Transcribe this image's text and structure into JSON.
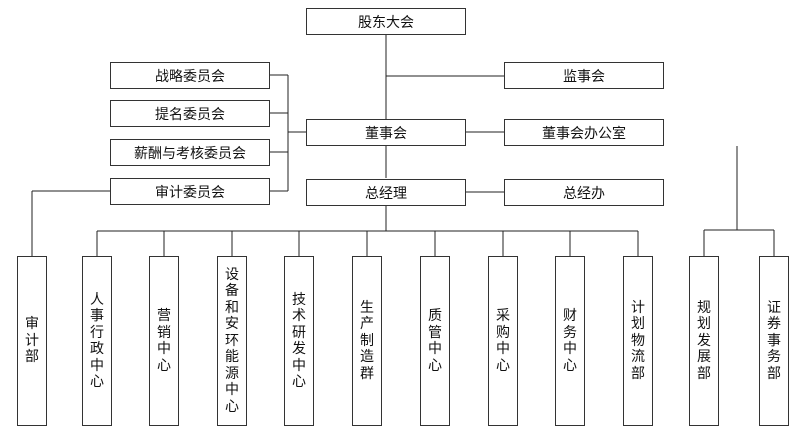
{
  "shareholders": "股东大会",
  "supervisors": "监事会",
  "board": "董事会",
  "board_office": "董事会办公室",
  "general_manager": "总经理",
  "gm_office": "总经办",
  "committees": [
    "战略委员会",
    "提名委员会",
    "薪酬与考核委员会",
    "审计委员会"
  ],
  "audit_dept": "审计部",
  "centers": [
    "人事行政中心",
    "营销中心",
    "设备和安环能源中心",
    "技术研发中心",
    "生产制造群",
    "质管中心",
    "采购中心",
    "财务中心",
    "计划物流部"
  ],
  "board_depts": [
    "规划发展部",
    "证券事务部"
  ]
}
